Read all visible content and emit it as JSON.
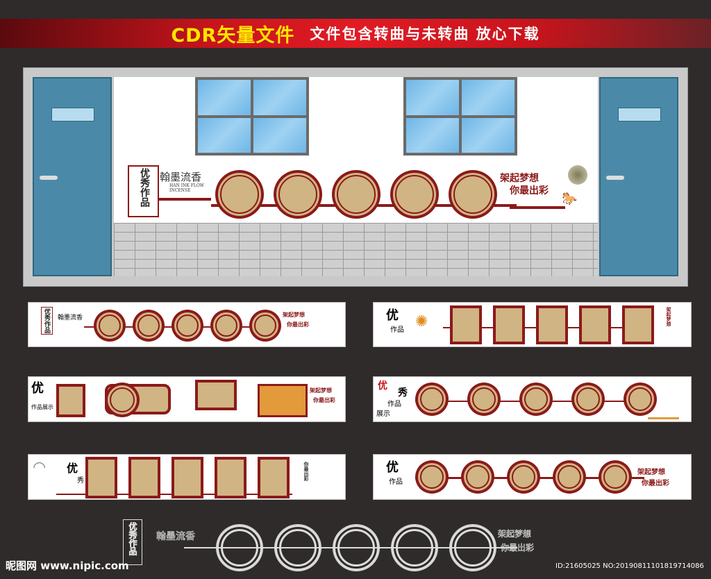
{
  "banner": {
    "title": "CDR矢量文件",
    "subtitle": "文件包含转曲与未转曲  放心下载"
  },
  "artwork": {
    "title_vertical": "优秀作品",
    "brand": "翰墨流香",
    "brand_en": "HAN INK FLOW INCENSE",
    "slogan_1": "架起梦想",
    "slogan_2": "你最出彩",
    "show": "作品展示",
    "you": "优",
    "xiu": "秀",
    "zuopin": "作品",
    "zhanshi": "展示"
  },
  "watermark": {
    "site": "昵图网 www.nipic.com",
    "id": "ID:21605025 NO:20190811101819714086"
  },
  "colors": {
    "accent": "#8b1a1a",
    "frame_fill": "#d1b483",
    "door": "#4a8aa8"
  }
}
